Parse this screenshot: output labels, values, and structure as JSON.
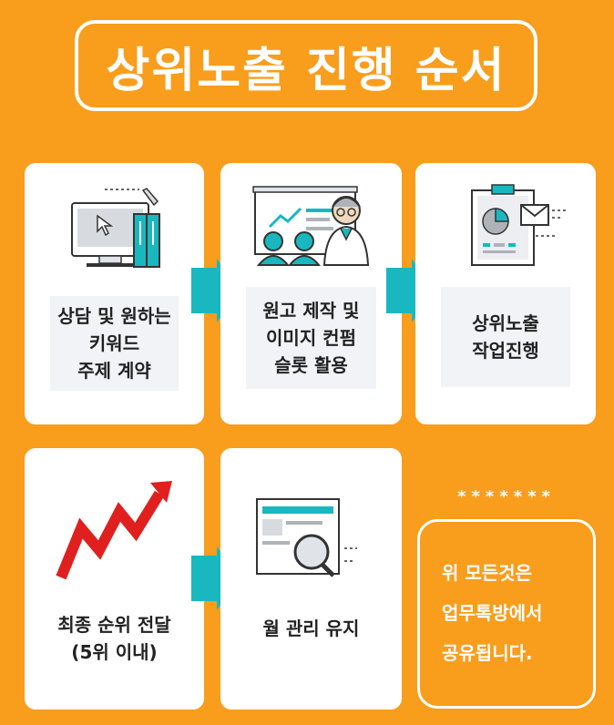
{
  "title": "상위노출 진행 순서",
  "steps": [
    {
      "label": "상담 및 원하는\n키워드\n주제 계약",
      "icon": "computer-cursor-binder-icon"
    },
    {
      "label": "원고 제작 및\n이미지 컨펌\n슬롯 활용",
      "icon": "presentation-team-icon"
    },
    {
      "label": "상위노출\n작업진행",
      "icon": "report-board-icon"
    },
    {
      "label": "최종 순위 전달\n(5위 이내)",
      "icon": "rising-zigzag-arrow-icon"
    },
    {
      "label": "월 관리 유지",
      "icon": "document-magnifier-icon"
    }
  ],
  "note": {
    "stars": "*******",
    "lines": [
      "위 모든것은",
      "업무톡방에서",
      "공유됩니다."
    ]
  },
  "colors": {
    "background": "#f99d1c",
    "accent": "#19b8c0",
    "card": "#ffffff"
  }
}
